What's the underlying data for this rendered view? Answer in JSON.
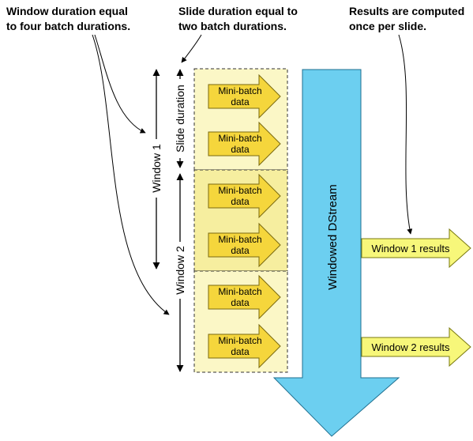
{
  "callouts": {
    "window": [
      "Window duration equal",
      "to four batch durations."
    ],
    "slide": [
      "Slide duration equal to",
      "two batch durations."
    ],
    "results": [
      "Results are computed",
      "once per slide."
    ]
  },
  "labels": {
    "slide_duration": "Slide duration",
    "window_1": "Window 1",
    "window_2": "Window 2",
    "windowed_dstream": "Windowed DStream"
  },
  "batches": [
    {
      "line1": "Mini-batch",
      "line2": "data"
    },
    {
      "line1": "Mini-batch",
      "line2": "data"
    },
    {
      "line1": "Mini-batch",
      "line2": "data"
    },
    {
      "line1": "Mini-batch",
      "line2": "data"
    },
    {
      "line1": "Mini-batch",
      "line2": "data"
    },
    {
      "line1": "Mini-batch",
      "line2": "data"
    }
  ],
  "results": [
    "Window 1 results",
    "Window 2 results"
  ],
  "colors": {
    "batch_arrow": "#f5d63c",
    "slide_bg_light": "#fbf7c6",
    "slide_bg_mid": "#f6ee9f",
    "stream": "#6ccff0",
    "result_arrow": "#f7f77a"
  }
}
